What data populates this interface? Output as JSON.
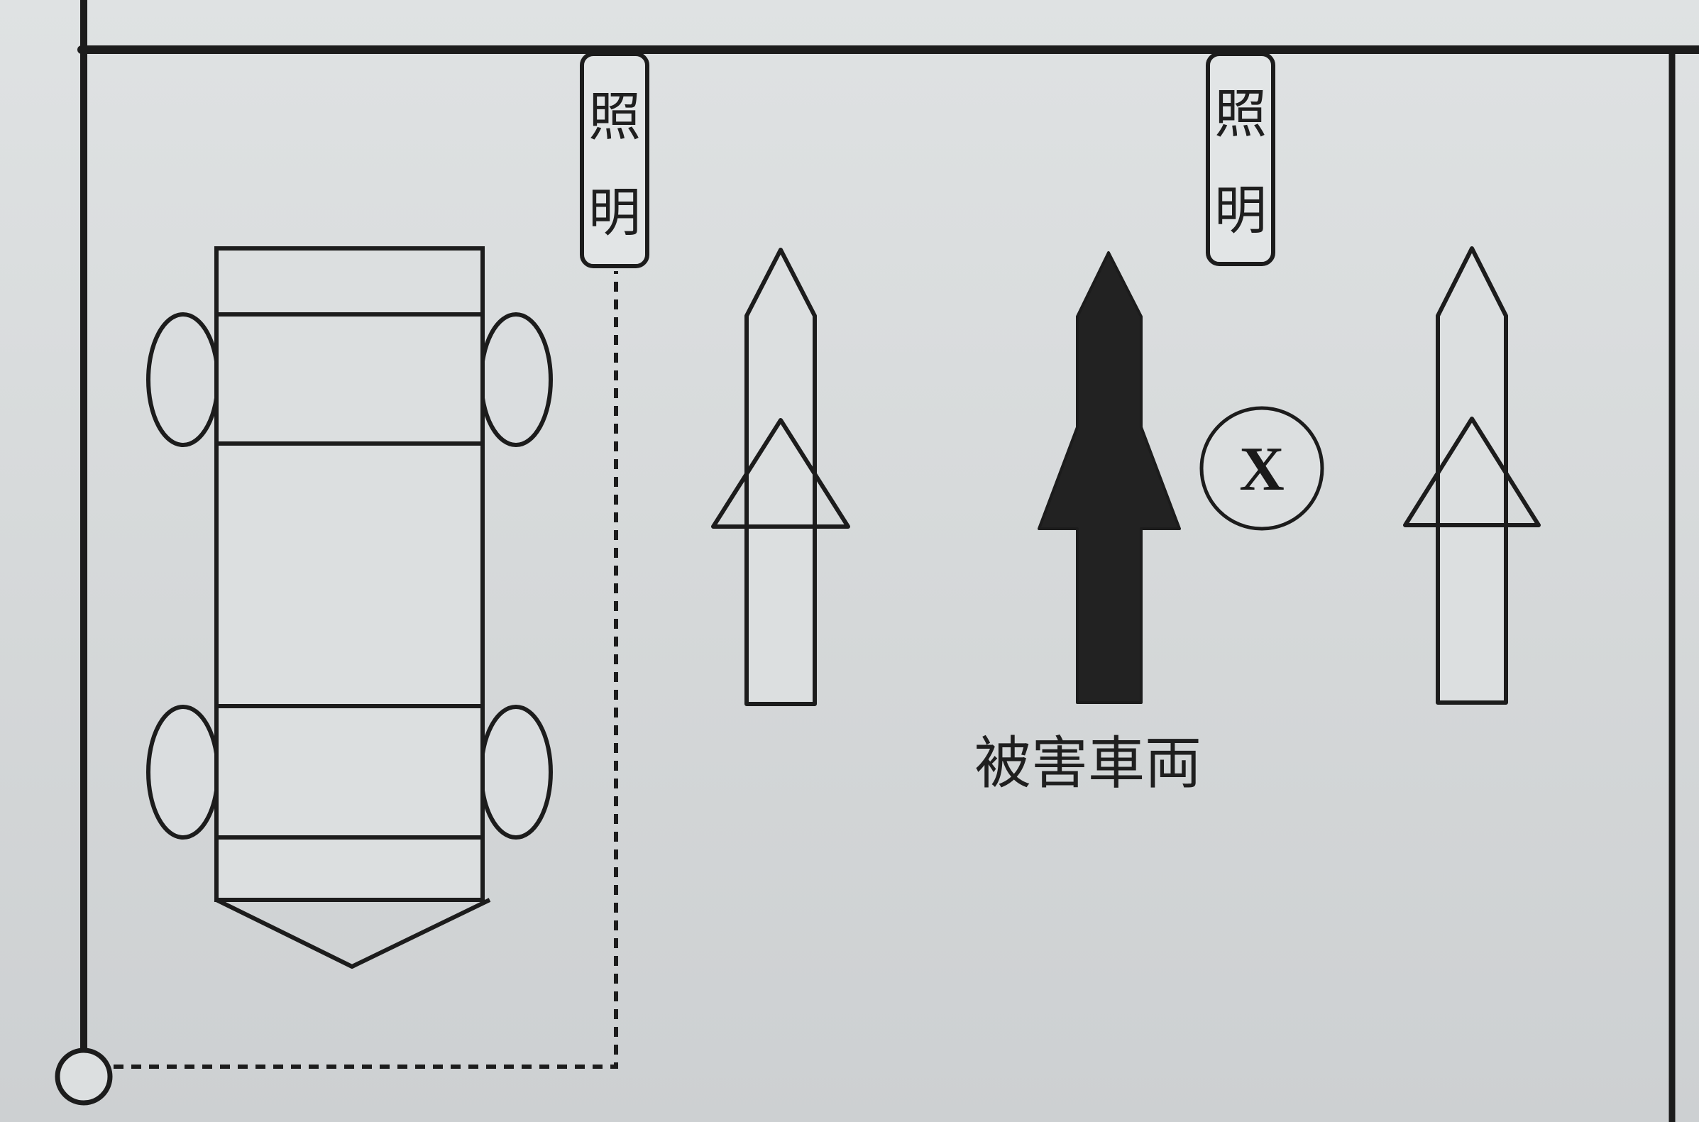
{
  "diagram": {
    "lights": [
      {
        "label_top": "照",
        "label_bottom": "明"
      },
      {
        "label_top": "照",
        "label_bottom": "明"
      }
    ],
    "victim_vehicle_label": "被害車両",
    "marker_label": "X",
    "colors": {
      "line": "#1c1c1c",
      "filled_arrow": "#222222",
      "paper": "#d9dcdd"
    }
  }
}
